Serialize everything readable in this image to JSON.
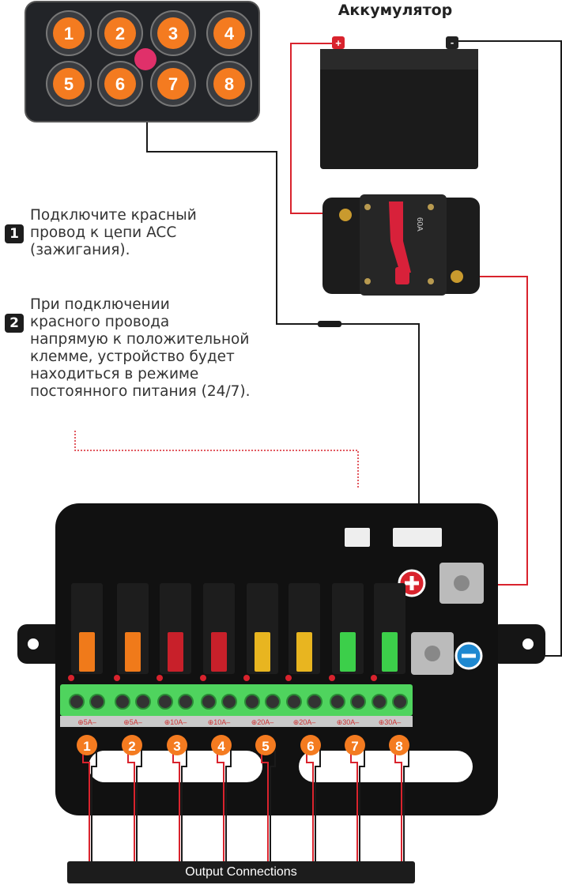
{
  "battery_title": "Аккумулятор",
  "breaker_rating": "60A",
  "keypad": {
    "buttons": [
      "1",
      "2",
      "3",
      "4",
      "5",
      "6",
      "7",
      "8"
    ]
  },
  "steps": [
    {
      "number": "1",
      "text": "Подключите красный\nпровод к цепи ACC\n(зажигания)."
    },
    {
      "number": "2",
      "text": "При подключении\nкрасного провода\nнапрямую к положительной\nклемме, устройство будет\nнаходиться в режиме\nпостоянного питания (24/7)."
    }
  ],
  "fuses": [
    {
      "rating": "5A",
      "color": "#f07a1a"
    },
    {
      "rating": "5A",
      "color": "#f07a1a"
    },
    {
      "rating": "10A",
      "color": "#c8202a"
    },
    {
      "rating": "10A",
      "color": "#c8202a"
    },
    {
      "rating": "20A",
      "color": "#e8b520"
    },
    {
      "rating": "20A",
      "color": "#e8b520"
    },
    {
      "rating": "30A",
      "color": "#3ccf4a"
    },
    {
      "rating": "30A",
      "color": "#3ccf4a"
    }
  ],
  "outputs": [
    "1",
    "2",
    "3",
    "4",
    "5",
    "6",
    "7",
    "8"
  ],
  "output_label": "Output Connections",
  "colors": {
    "accent": "#f47b20",
    "wire_red": "#d9232d",
    "wire_black": "#1a1a1a",
    "plus": "#d9232d",
    "minus": "#1e88d0"
  }
}
